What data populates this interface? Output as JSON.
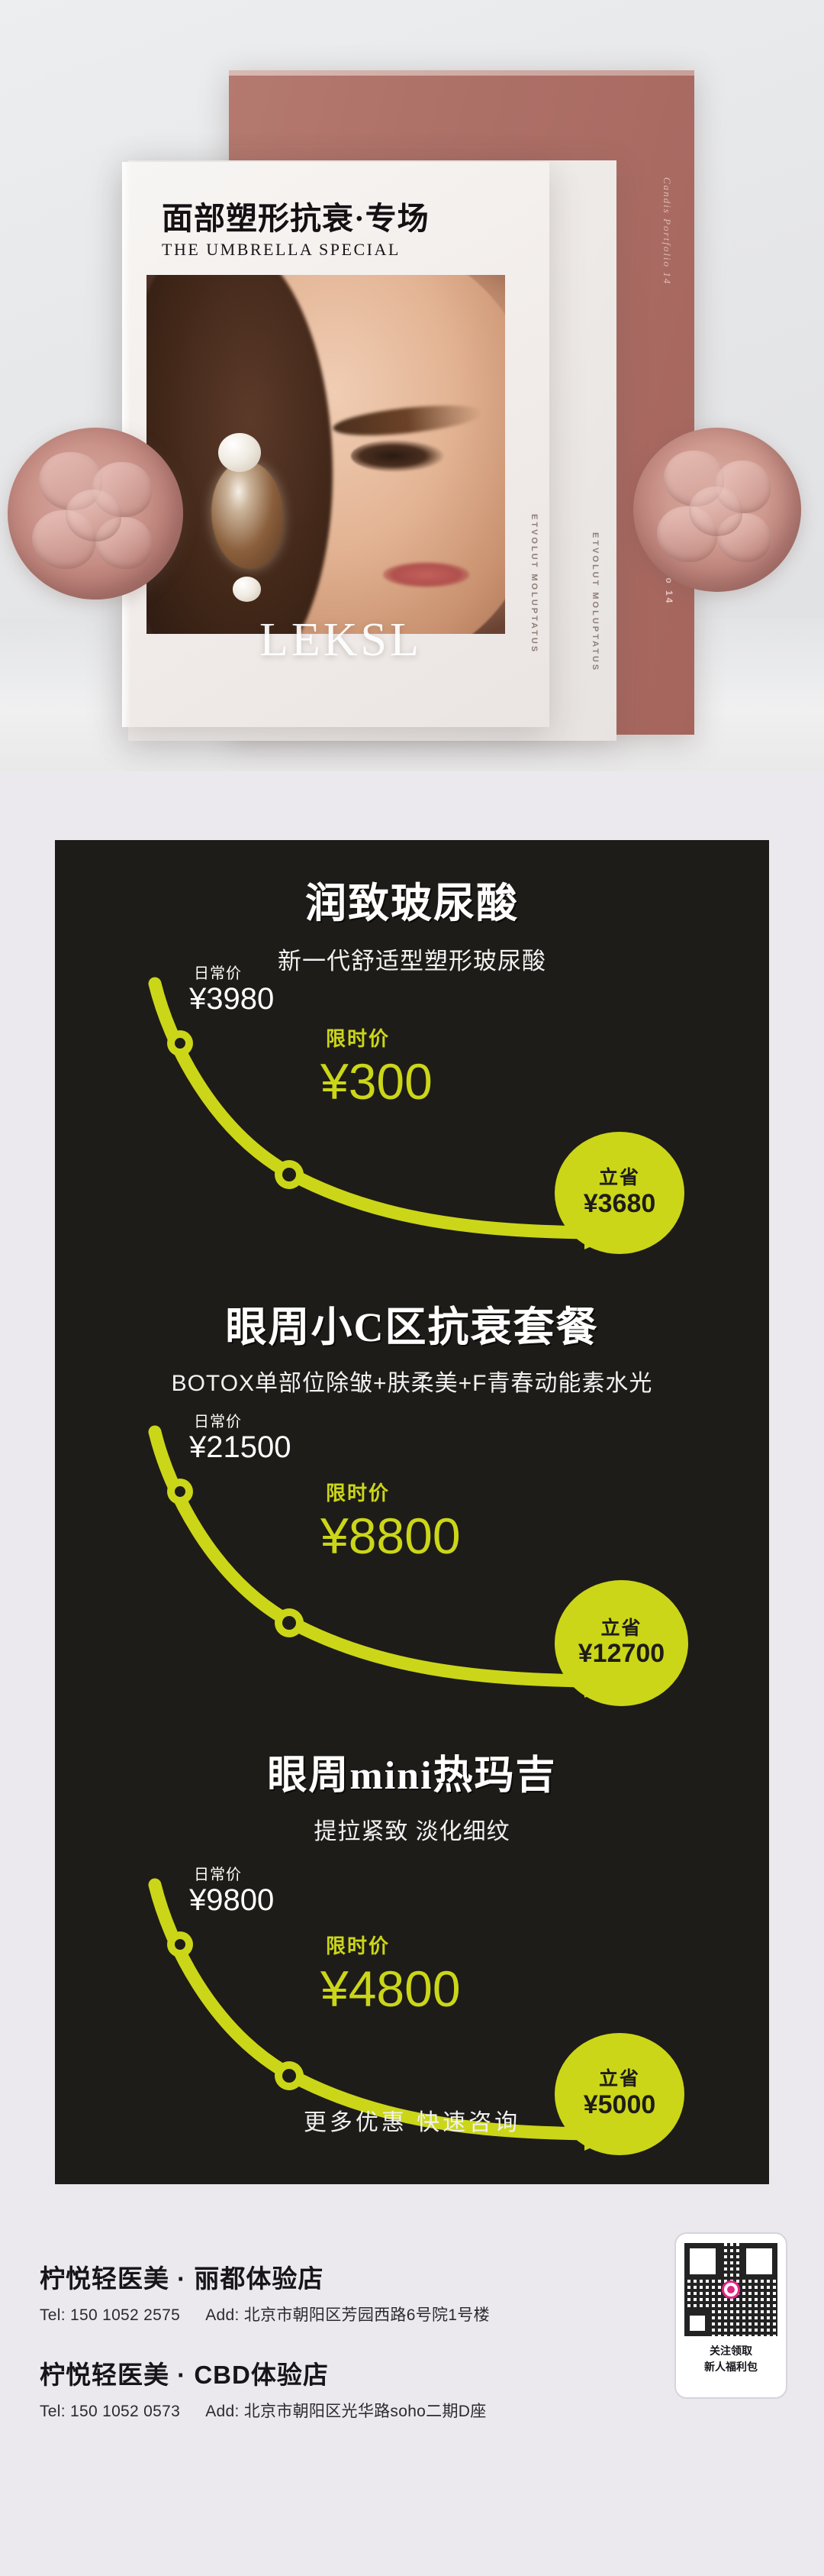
{
  "hero": {
    "cover_title_cn": "面部塑形抗衰·专场",
    "cover_title_en": "THE UMBRELLA SPECIAL",
    "cover_brand": "LEKSL",
    "cover_side_code": "ETVOLUT MOLUPTATUS",
    "mid_card_code": "ETVOLUT MOLUPTATUS",
    "back_card_label": "Candis Portfolio 14",
    "back_card_code": "Candis Portfolio 14"
  },
  "promo": {
    "footer_note": "更多优惠 快速咨询",
    "accent_color": "#cbd618",
    "panel_color": "#1e1c18",
    "blocks": [
      {
        "title": "润致玻尿酸",
        "subtitle": "新一代舒适型塑形玻尿酸",
        "daily_caption": "日常价",
        "daily_price": "¥3980",
        "promo_caption": "限时价",
        "promo_price": "¥300",
        "badge_caption": "立省",
        "badge_value": "¥3680"
      },
      {
        "title": "眼周小C区抗衰套餐",
        "subtitle": "BOTOX单部位除皱+肤柔美+F青春动能素水光",
        "daily_caption": "日常价",
        "daily_price": "¥21500",
        "promo_caption": "限时价",
        "promo_price": "¥8800",
        "badge_caption": "立省",
        "badge_value": "¥12700"
      },
      {
        "title": "眼周mini热玛吉",
        "subtitle": "提拉紧致  淡化细纹",
        "daily_caption": "日常价",
        "daily_price": "¥9800",
        "promo_caption": "限时价",
        "promo_price": "¥4800",
        "badge_caption": "立省",
        "badge_value": "¥5000"
      }
    ]
  },
  "chart_data": [
    {
      "type": "line",
      "title": "润致玻尿酸",
      "categories": [
        "日常价",
        "限时价",
        "立省"
      ],
      "values": [
        3980,
        300,
        3680
      ],
      "annotations": [
        "¥3980",
        "¥300",
        "¥3680"
      ],
      "legend_position": "none",
      "grid": false
    },
    {
      "type": "line",
      "title": "眼周小C区抗衰套餐",
      "categories": [
        "日常价",
        "限时价",
        "立省"
      ],
      "values": [
        21500,
        8800,
        12700
      ],
      "annotations": [
        "¥21500",
        "¥8800",
        "¥12700"
      ],
      "legend_position": "none",
      "grid": false
    },
    {
      "type": "line",
      "title": "眼周mini热玛吉",
      "categories": [
        "日常价",
        "限时价",
        "立省"
      ],
      "values": [
        9800,
        4800,
        5000
      ],
      "annotations": [
        "¥9800",
        "¥4800",
        "¥5000"
      ],
      "legend_position": "none",
      "grid": false
    }
  ],
  "footer": {
    "stores": [
      {
        "name": "柠悦轻医美 · 丽都体验店",
        "tel": "Tel: 150 1052 2575",
        "add": "Add: 北京市朝阳区芳园西路6号院1号楼"
      },
      {
        "name": "柠悦轻医美 · CBD体验店",
        "tel": "Tel: 150 1052 0573",
        "add": "Add: 北京市朝阳区光华路soho二期D座"
      }
    ],
    "qr_caption_line1": "关注领取",
    "qr_caption_line2": "新人福利包"
  }
}
